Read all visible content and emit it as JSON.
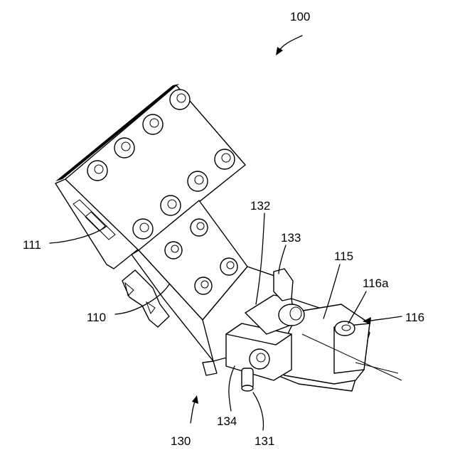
{
  "figure": {
    "labels": {
      "assembly": "100",
      "plate_upper": "111",
      "plate_lower": "110",
      "lever": "132",
      "pin": "133",
      "wire": "115",
      "screw": "116a",
      "holder": "116",
      "base": "130",
      "block": "134",
      "shaft": "131"
    }
  }
}
